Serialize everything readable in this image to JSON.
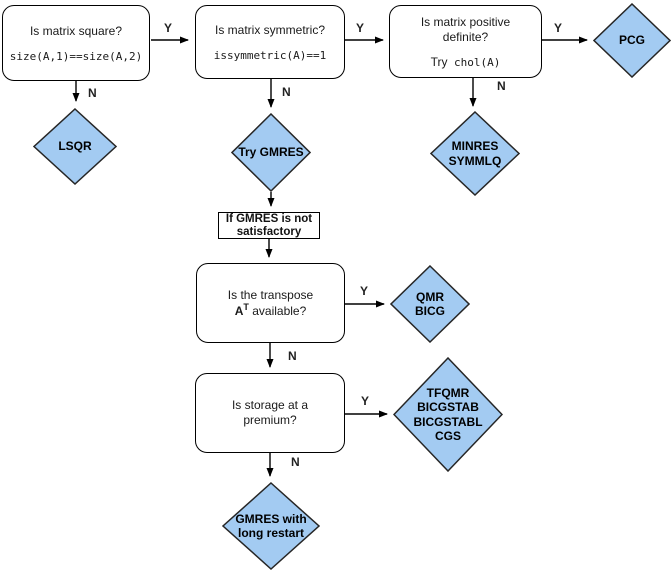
{
  "diagram": {
    "colors": {
      "diamond_fill": "#A3CBF2",
      "diamond_stroke": "#262626",
      "line": "#000000"
    },
    "edge_labels": {
      "yes": "Y",
      "no": "N"
    },
    "boxes": {
      "square": {
        "title": "Is matrix square?",
        "code": "size(A,1)==size(A,2)"
      },
      "symmetric": {
        "title": "Is matrix symmetric?",
        "code": "issymmetric(A)==1"
      },
      "posdef": {
        "title_line1": "Is matrix positive",
        "title_line2": "definite?",
        "try_prefix": "Try",
        "code": "chol(A)"
      },
      "transpose": {
        "line1": "Is the transpose",
        "matrix": "A",
        "superscript": "T",
        "line2_rest": "available?"
      },
      "storage": {
        "line1": "Is storage at a",
        "line2": "premium?"
      }
    },
    "note": {
      "line1": "If GMRES is not",
      "line2": "satisfactory"
    },
    "diamonds": {
      "pcg": {
        "lines": [
          "PCG"
        ]
      },
      "lsqr": {
        "lines": [
          "LSQR"
        ]
      },
      "try_gmres": {
        "lines": [
          "Try GMRES"
        ]
      },
      "minres": {
        "lines": [
          "MINRES",
          "SYMMLQ"
        ]
      },
      "qmr": {
        "lines": [
          "QMR",
          "BICG"
        ]
      },
      "tfqmr": {
        "lines": [
          "TFQMR",
          "BICGSTAB",
          "BICGSTABL",
          "CGS"
        ]
      },
      "gmres_restart": {
        "lines": [
          "GMRES with",
          "long restart"
        ]
      }
    }
  }
}
